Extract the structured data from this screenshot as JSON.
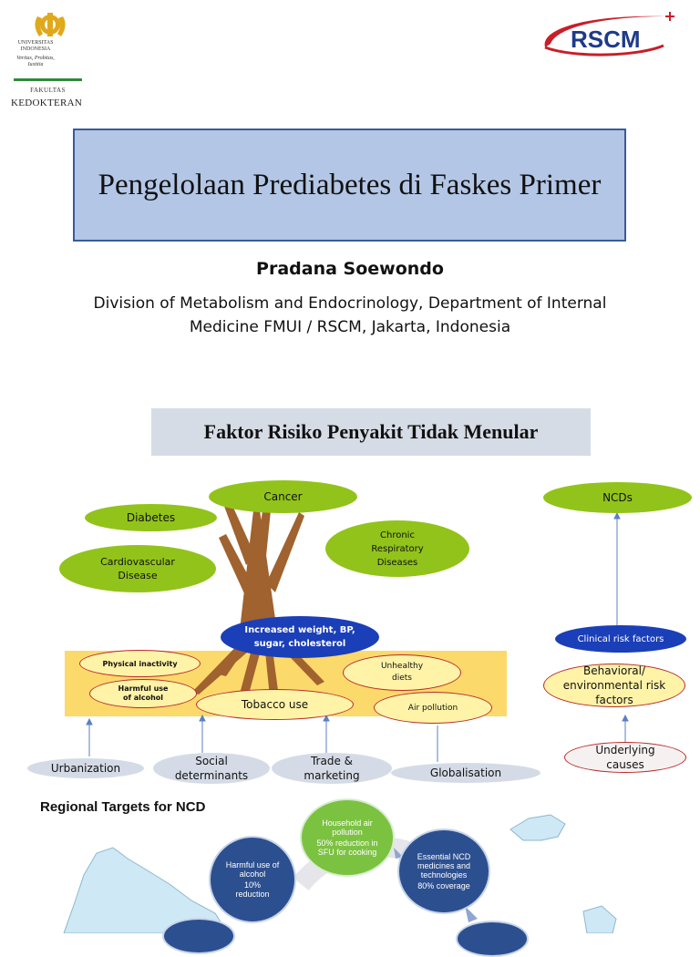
{
  "header": {
    "university_line1": "UNIVERSITAS",
    "university_line2": "INDONESIA",
    "motto": "Veritas, Probitas, Iustitia",
    "faculty_label": "FAKULTAS",
    "faculty_name": "KEDOKTERAN",
    "hospital_logo_text": "RSCM"
  },
  "title_slide": {
    "title": "Pengelolaan Prediabetes di Faskes Primer",
    "author": "Pradana Soewondo",
    "affiliation_line1": "Division of Metabolism and Endocrinology, Department of Internal",
    "affiliation_line2": "Medicine FMUI / RSCM, Jakarta, Indonesia"
  },
  "risk_slide": {
    "title": "Faktor Risiko Penyakit Tidak Menular",
    "diseases": [
      "Cancer",
      "Diabetes",
      "Cardiovascular Disease",
      "Chronic Respiratory Diseases"
    ],
    "trunk_label": "Increased weight, BP, sugar, cholesterol",
    "risk_behaviours": [
      "Physical inactivity",
      "Harmful use of alcohol",
      "Tobacco use",
      "Unhealthy diets",
      "Air pollution"
    ],
    "root_causes": [
      "Urbanization",
      "Social determinants",
      "Trade & marketing",
      "Globalisation"
    ],
    "legend_column": {
      "ncds": "NCDs",
      "clinical": "Clinical risk factors",
      "behavioral": "Behavioral/ environmental risk factors",
      "underlying": "Underlying causes"
    },
    "colors": {
      "disease": "#92c31a",
      "trunk": "#1b3fb8",
      "ground": "#fcd96b",
      "tree": "#a0622e"
    }
  },
  "regional_slide": {
    "title": "Regional Targets for NCD",
    "targets": [
      {
        "name": "Harmful use of alcohol",
        "target": "10% reduction"
      },
      {
        "name": "Household air pollution",
        "target": "50% reduction in SFU for cooking"
      },
      {
        "name": "Essential NCD medicines and technologies",
        "target": "80% coverage"
      }
    ]
  }
}
